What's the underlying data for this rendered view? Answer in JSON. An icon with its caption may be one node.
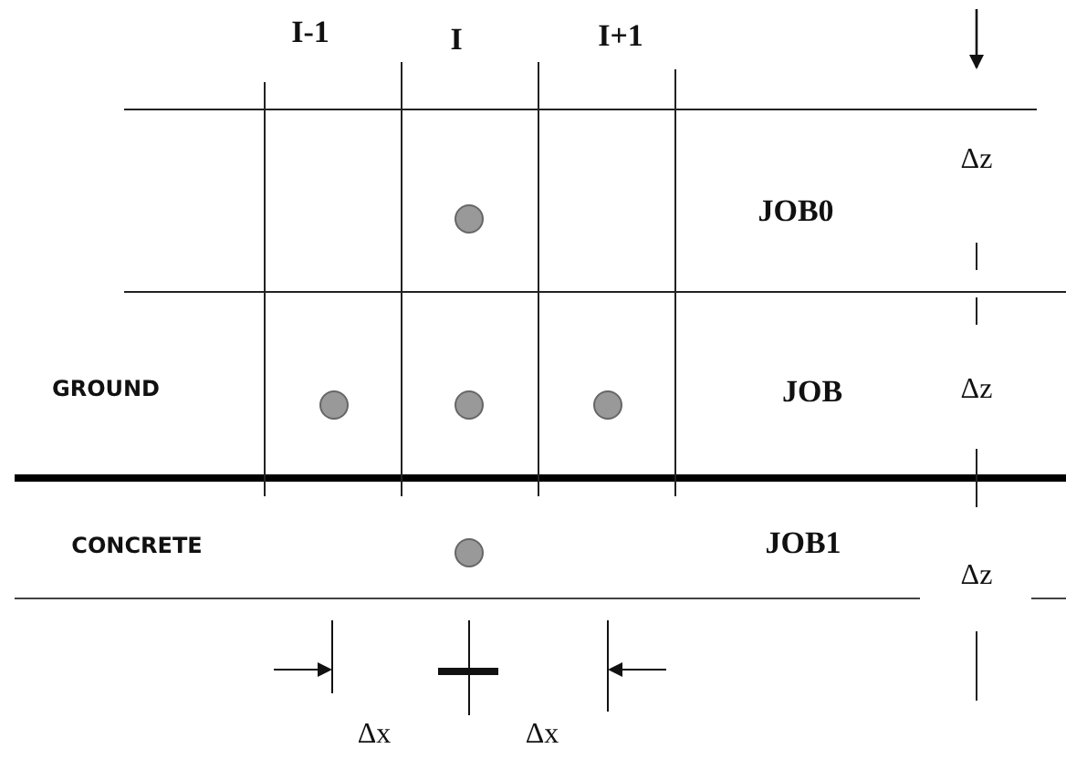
{
  "diagram": {
    "labels": [
      "I-1",
      "I",
      "I+1",
      "Δz",
      "JOB0",
      "GROUND",
      "JOB",
      "Δz",
      "CONCRETE",
      "JOB1",
      "Δz",
      "Δx",
      "Δx"
    ]
  }
}
